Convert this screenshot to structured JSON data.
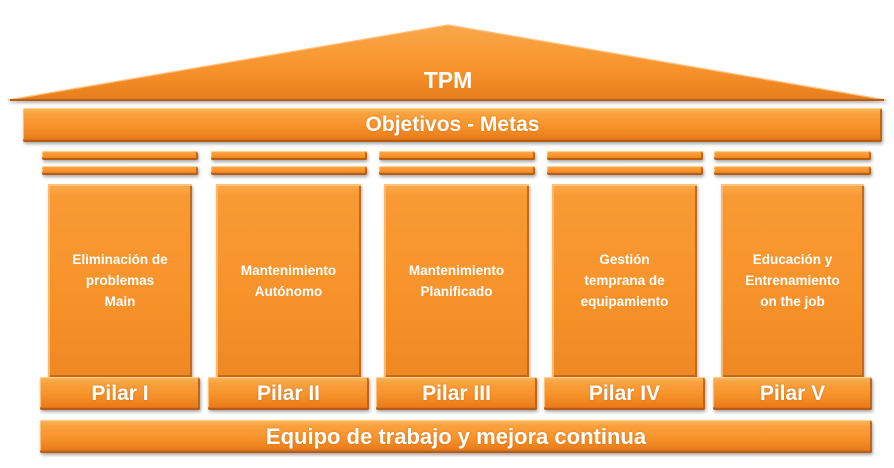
{
  "roof": {
    "title": "TPM"
  },
  "objectives": {
    "label": "Objetivos - Metas"
  },
  "pillars": [
    {
      "text": "Eliminación de\nproblemas\nMain",
      "label": "Pilar I"
    },
    {
      "text": "Mantenimiento\nAutónomo",
      "label": "Pilar II"
    },
    {
      "text": "Mantenimiento\nPlanificado",
      "label": "Pilar III"
    },
    {
      "text": "Gestión\ntemprana de\nequipamiento",
      "label": "Pilar IV"
    },
    {
      "text": "Educación y\nEntrenamiento\non the job",
      "label": "Pilar V"
    }
  ],
  "foundation": {
    "label": "Equipo de trabajo y mejora continua"
  },
  "colors": {
    "primary": "#f7922a",
    "highlight": "#fbb860",
    "shadow": "#c8661a",
    "text": "#ffffff"
  }
}
